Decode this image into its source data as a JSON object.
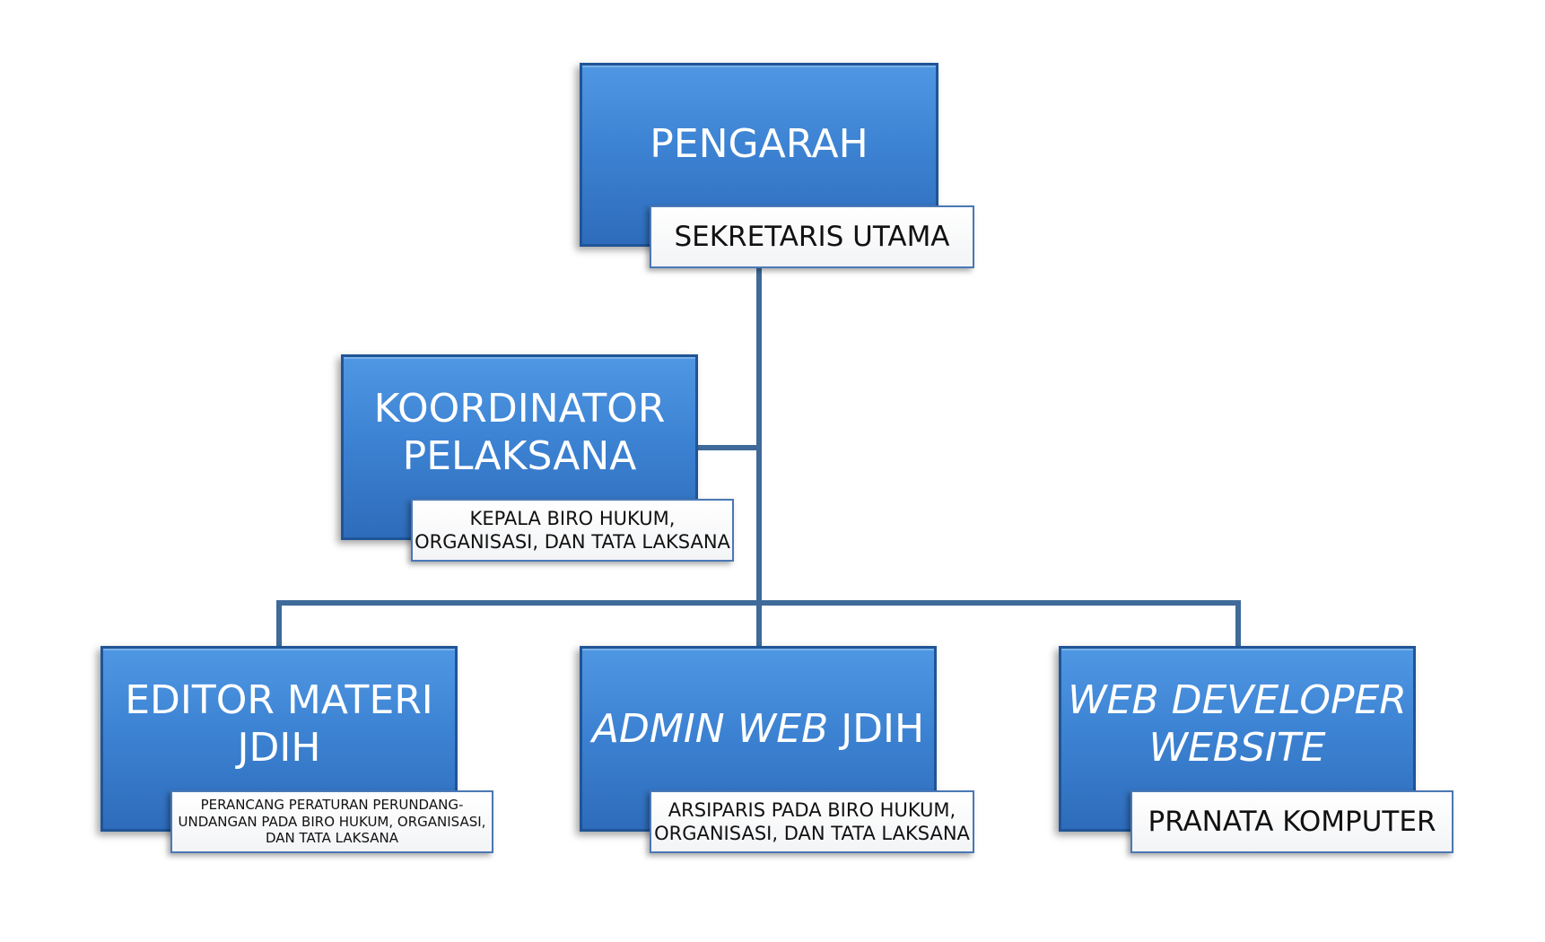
{
  "colors": {
    "box_fill": "#3d83d3",
    "box_border": "#1f5597",
    "label_border": "#4a78b5",
    "connector": "#3f6a99"
  },
  "nodes": {
    "pengarah": {
      "title": "PENGARAH",
      "holder": "SEKRETARIS UTAMA"
    },
    "koordinator": {
      "title": "KOORDINATOR\nPELAKSANA",
      "holder": "KEPALA BIRO HUKUM,\nORGANISASI, DAN TATA LAKSANA"
    },
    "editor": {
      "title": "EDITOR MATERI\nJDIH",
      "holder": "PERANCANG PERATURAN PERUNDANG-\nUNDANGAN PADA BIRO HUKUM, ORGANISASI,\nDAN TATA LAKSANA"
    },
    "admin": {
      "title_italic": "ADMIN WEB",
      "title_rest": " JDIH",
      "holder": "ARSIPARIS PADA BIRO HUKUM,\nORGANISASI, DAN TATA LAKSANA"
    },
    "developer": {
      "title": "WEB DEVELOPER\nWEBSITE",
      "holder": "PRANATA  KOMPUTER"
    }
  }
}
